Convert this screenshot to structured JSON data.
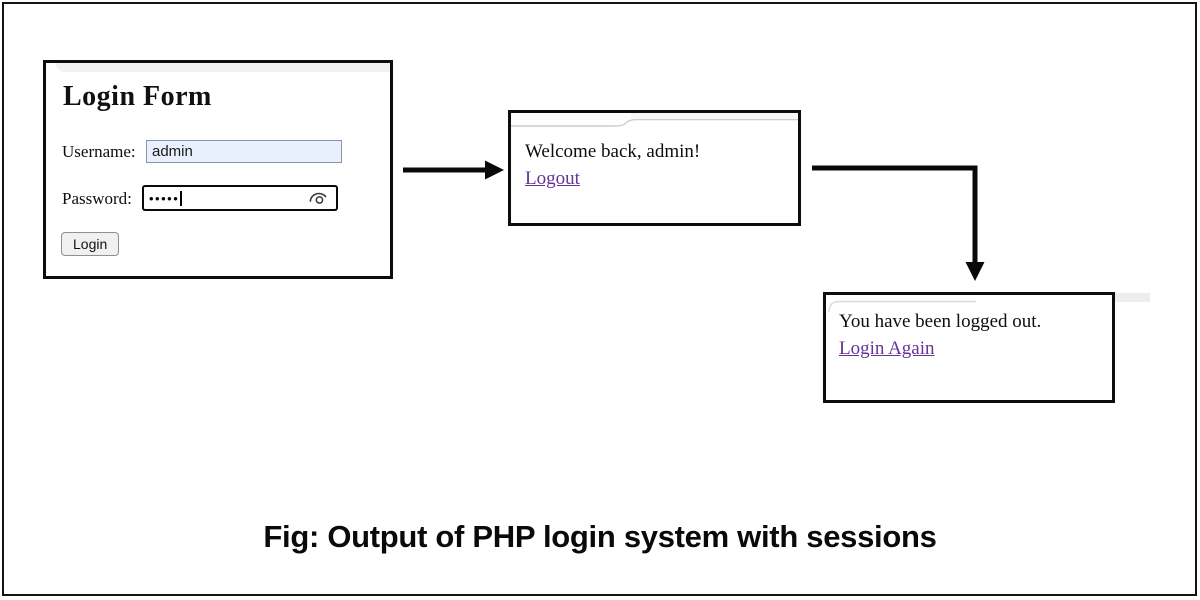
{
  "figure": {
    "caption": "Fig: Output of PHP login system with sessions"
  },
  "login_form": {
    "title": "Login Form",
    "username_label": "Username:",
    "username_value": "admin",
    "password_label": "Password:",
    "password_masked_value": "•••••",
    "login_button_label": "Login"
  },
  "welcome_screen": {
    "message": "Welcome back, admin!",
    "logout_link_label": "Logout"
  },
  "logout_screen": {
    "message": "You have been logged out.",
    "login_again_link_label": "Login Again"
  },
  "icons": {
    "password_reveal": "eye-reveal-icon"
  },
  "colors": {
    "link_purple": "#663399",
    "autofill_blue": "#e8f0fe",
    "box_border": "#0d0d0d",
    "arrow": "#0a0a0a"
  }
}
